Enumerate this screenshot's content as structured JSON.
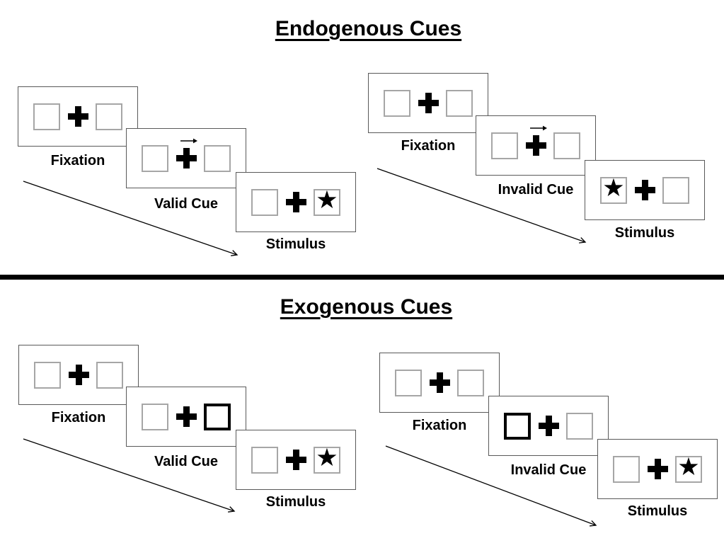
{
  "titles": {
    "endogenous": "Endogenous Cues",
    "exogenous": "Exogenous Cues"
  },
  "colors": {
    "ink": "#000000",
    "panel_border": "#595959",
    "box_border": "#a6a6a6",
    "background": "#ffffff"
  },
  "icons": {
    "star": "★",
    "fixation_cross": "plus-cross",
    "cue_arrow": "right-arrow",
    "timeline_arrow": "diagonal-arrow"
  },
  "sequences": {
    "endo_valid": {
      "section": "Endogenous Cues",
      "position": "top-left",
      "panels": [
        {
          "label": "Fixation",
          "left_box": "",
          "right_box": "",
          "cue": "none"
        },
        {
          "label": "Valid Cue",
          "left_box": "",
          "right_box": "",
          "cue": "arrow-right-above-fixation"
        },
        {
          "label": "Stimulus",
          "left_box": "",
          "right_box": "★",
          "cue": "none"
        }
      ]
    },
    "endo_invalid": {
      "section": "Endogenous Cues",
      "position": "top-right",
      "panels": [
        {
          "label": "Fixation",
          "left_box": "",
          "right_box": "",
          "cue": "none"
        },
        {
          "label": "Invalid Cue",
          "left_box": "",
          "right_box": "",
          "cue": "arrow-right-above-fixation"
        },
        {
          "label": "Stimulus",
          "left_box": "★",
          "right_box": "",
          "cue": "none"
        }
      ]
    },
    "exo_valid": {
      "section": "Exogenous Cues",
      "position": "bottom-left",
      "panels": [
        {
          "label": "Fixation",
          "left_box": "",
          "right_box": "",
          "cue": "none"
        },
        {
          "label": "Valid Cue",
          "left_box": "",
          "right_box": "",
          "cue": "bold-right-box"
        },
        {
          "label": "Stimulus",
          "left_box": "",
          "right_box": "★",
          "cue": "none"
        }
      ]
    },
    "exo_invalid": {
      "section": "Exogenous Cues",
      "position": "bottom-right",
      "panels": [
        {
          "label": "Fixation",
          "left_box": "",
          "right_box": "",
          "cue": "none"
        },
        {
          "label": "Invalid Cue",
          "left_box": "",
          "right_box": "",
          "cue": "bold-left-box"
        },
        {
          "label": "Stimulus",
          "left_box": "",
          "right_box": "★",
          "cue": "none"
        }
      ]
    }
  }
}
